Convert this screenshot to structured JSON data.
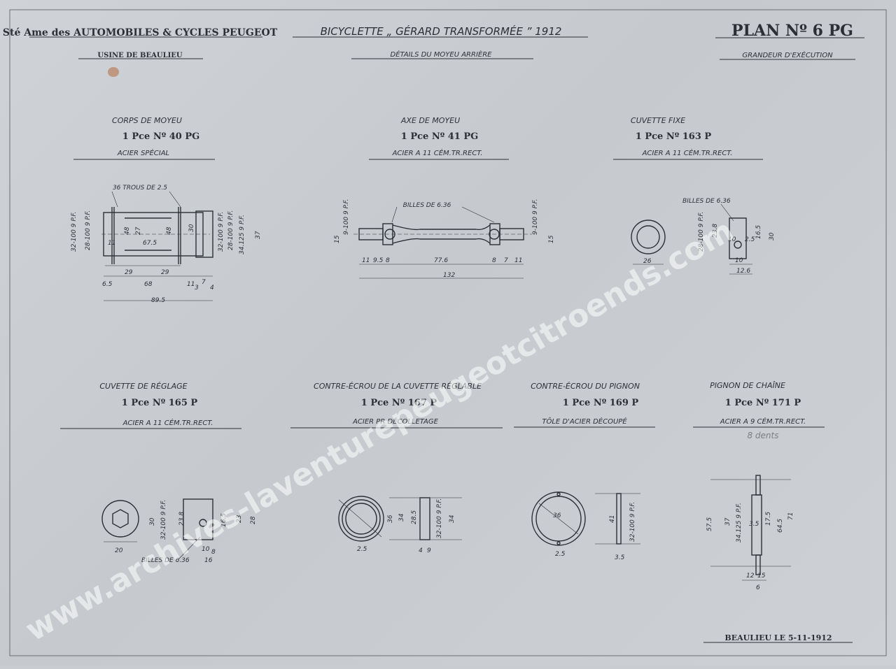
{
  "header": {
    "company": "Sté Ame des AUTOMOBILES & CYCLES PEUGEOT",
    "factory": "USINE DE BEAULIEU",
    "title": "BICYCLETTE „ GÉRARD TRANSFORMÉE ” 1912",
    "subtitle": "DÉTAILS DU MOYEU ARRIÈRE",
    "plan": "PLAN Nº 6 PG",
    "scale": "GRANDEUR D'EXÉCUTION"
  },
  "parts": [
    {
      "name": "CORPS DE MOYEU",
      "ref": "1 Pce Nº 40 PG",
      "material": "ACIER SPÉCIAL"
    },
    {
      "name": "AXE DE MOYEU",
      "ref": "1 Pce Nº 41 PG",
      "material": "ACIER A 11 CÉM.TR.RECT."
    },
    {
      "name": "CUVETTE FIXE",
      "ref": "1 Pce Nº 163 P",
      "material": "ACIER A 11 CÉM.TR.RECT."
    },
    {
      "name": "CUVETTE DE RÉGLAGE",
      "ref": "1 Pce Nº 165 P",
      "material": "ACIER A 11 CÉM.TR.RECT."
    },
    {
      "name": "CONTRE-ÉCROU DE LA CUVETTE RÉGLABLE",
      "ref": "1 Pce Nº 167 P",
      "material": "ACIER PR DÉCOLLETAGE"
    },
    {
      "name": "CONTRE-ÉCROU DU PIGNON",
      "ref": "1 Pce Nº 169 P",
      "material": "TÔLE D'ACIER DÉCOUPÉ"
    },
    {
      "name": "PIGNON DE CHAÎNE",
      "ref": "1 Pce Nº 171 P",
      "material": "ACIER A 9 CÉM.TR.RECT."
    }
  ],
  "annotations": {
    "holes": "36 TROUS DE 2.5",
    "balls_axle": "BILLES DE 6.36",
    "balls_cup": "BILLES DE 6.36",
    "balls_adj": "BILLES DE 6.36",
    "teeth": "8 dents"
  },
  "dimensions": {
    "hub": [
      "32-100 9 P.F.",
      "28-100 9 P.F.",
      "11",
      "48",
      "27",
      "48",
      "67.5",
      "30",
      "32-100 9 P.F.",
      "28-100 9 P.F.",
      "34.125 9 P.F.",
      "37",
      "29",
      "29",
      "6.5",
      "68",
      "11",
      "3",
      "7",
      "4",
      "89.5"
    ],
    "axle": [
      "9-100 9 P.F.",
      "15",
      "11",
      "9.5",
      "8",
      "77.6",
      "8",
      "7",
      "11",
      "132",
      "9-100 9 P.F.",
      "15"
    ],
    "fixed_cup": [
      "26",
      "28-100 9 P.F.",
      "23.8",
      "16.5",
      "30",
      "10",
      "12.6",
      "10",
      "2.5"
    ],
    "adj_cup": [
      "20",
      "30",
      "32-100 9 P.F.",
      "23.8",
      "16.5",
      "23",
      "28",
      "10",
      "8",
      "16"
    ],
    "locknut": [
      "36",
      "34",
      "28.5",
      "32-100 9 P.F.",
      "34",
      "2.5",
      "4",
      "9"
    ],
    "pinion_nut": [
      "36",
      "41",
      "32-100 9 P.F.",
      "2.5",
      "3.5"
    ],
    "sprocket": [
      "57.5",
      "37",
      "34.125 9 P.F.",
      "3.5",
      "17.5",
      "64.5",
      "71",
      "12",
      "15",
      "6"
    ]
  },
  "footer": {
    "date": "BEAULIEU LE 5-11-1912"
  },
  "watermark": "www.archives-laventurepeugeotcitroends.com"
}
